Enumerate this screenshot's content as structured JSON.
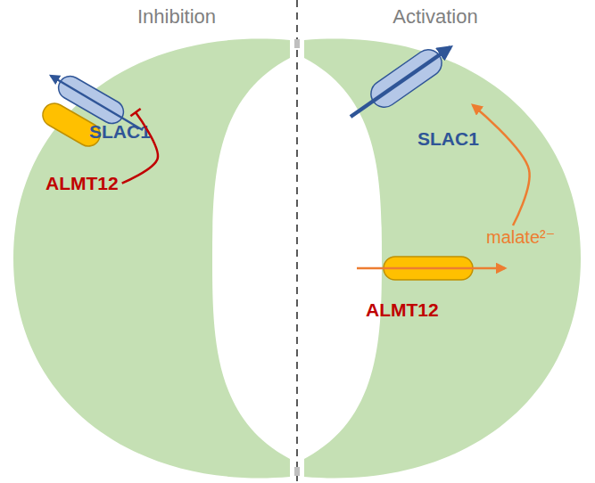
{
  "diagram": {
    "nodes": [
      {
        "text": [
          "Inhibition"
        ]
      },
      {
        "text": [
          "SLAC1"
        ],
        "in": 0
      },
      {
        "text": [
          "ALMT12"
        ],
        "in": 0
      },
      {
        "text": [
          "Activation"
        ]
      },
      {
        "text": [
          "SLAC1"
        ],
        "in": 3
      },
      {
        "text": [
          "ALMT12"
        ],
        "in": 3
      }
    ],
    "edges": [
      {
        "from": 2,
        "to": 1,
        "arrow": "to"
      },
      {
        "from": 5,
        "to": 4,
        "label": "malate²⁻",
        "arrow": "to"
      }
    ]
  }
}
